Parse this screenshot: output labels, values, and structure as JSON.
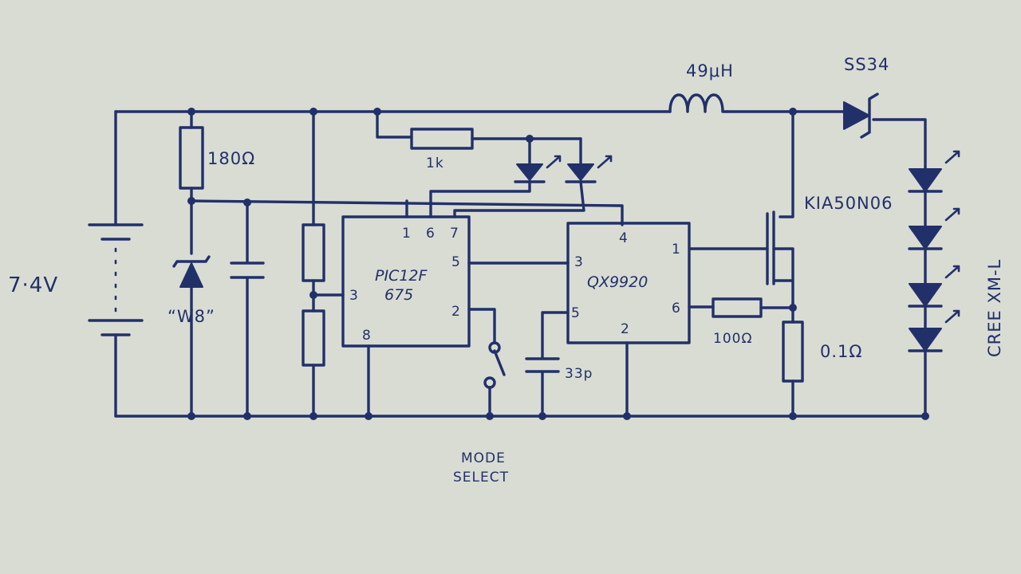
{
  "schematic": {
    "battery_voltage": "7·4V",
    "r_zener": "180Ω",
    "zener_label": "“W8”",
    "r_led": "1k",
    "inductor": "49μH",
    "diode": "SS34",
    "mosfet": "KIA50N06",
    "led_string": "CREE XM-L",
    "r_gate": "100Ω",
    "r_sense": "0.1Ω",
    "cap_osc": "33p",
    "switch_label_line1": "MODE",
    "switch_label_line2": "SELECT",
    "mcu": {
      "name_line1": "PIC12F",
      "name_line2": "675",
      "pins": {
        "p1": "1",
        "p6": "6",
        "p7": "7",
        "p5": "5",
        "p3": "3",
        "p2": "2",
        "p8": "8"
      }
    },
    "driver": {
      "name": "QX9920",
      "pins": {
        "p4": "4",
        "p1": "1",
        "p3": "3",
        "p5": "5",
        "p6": "6",
        "p2": "2"
      }
    }
  }
}
